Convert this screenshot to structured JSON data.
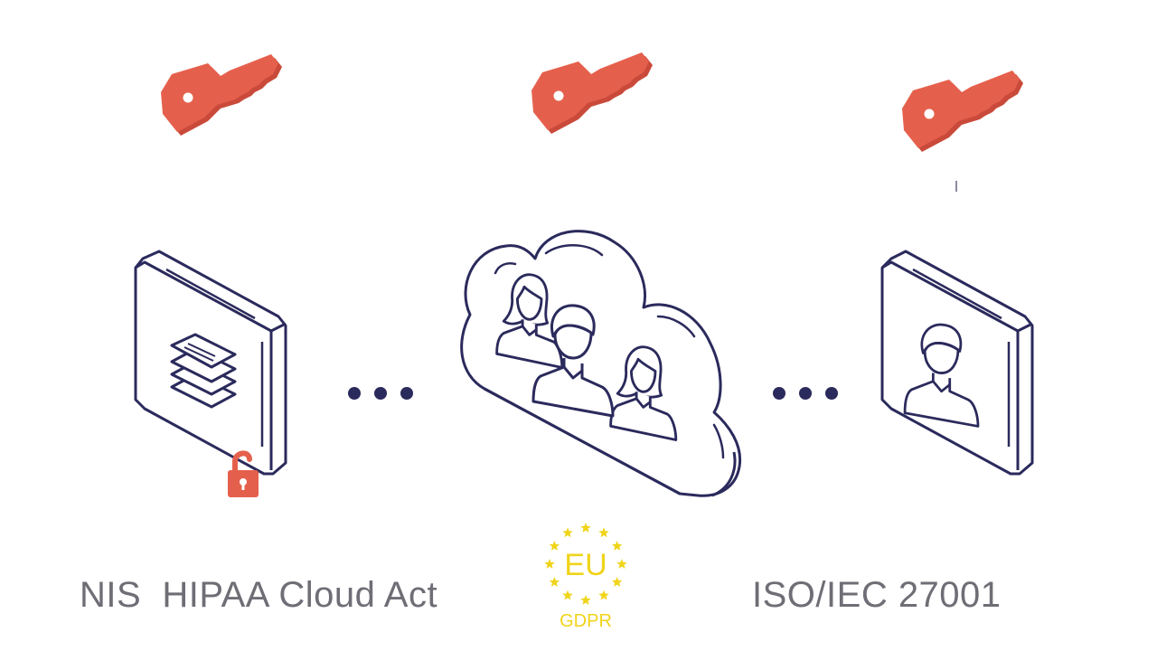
{
  "regulations": {
    "left_label": "NIS  HIPAA Cloud Act",
    "right_label": "ISO/IEC 27001"
  },
  "badge": {
    "region": "EU",
    "name": "GDPR"
  },
  "colors": {
    "outline": "#2b2a5c",
    "key": "#e5604c",
    "key_shadow": "#c94a3a",
    "badge": "#f0d419",
    "caption": "#6f6d75"
  },
  "icons": [
    "key-icon",
    "padlock-icon",
    "documents-icon",
    "cloud-icon",
    "person-icon",
    "connector-dots"
  ]
}
